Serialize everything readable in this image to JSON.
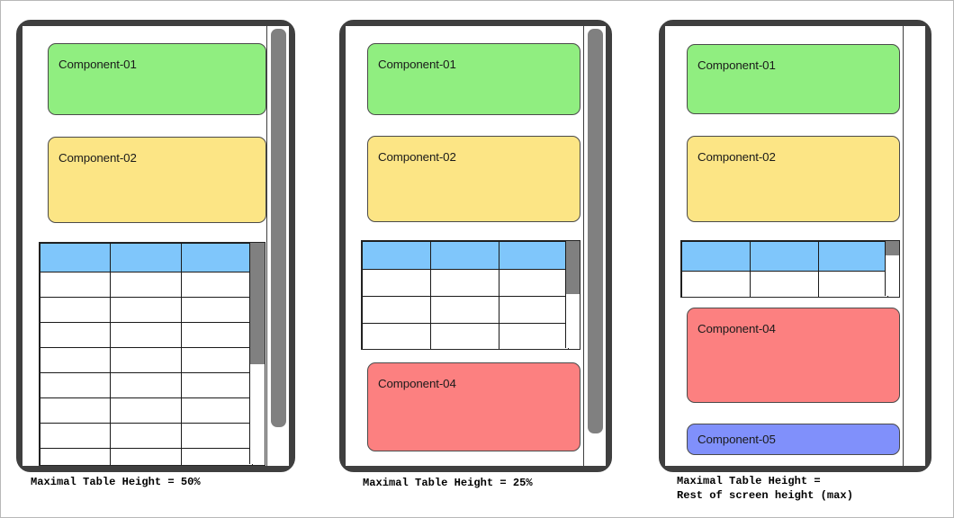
{
  "diagram": {
    "title_visible": false,
    "colors": {
      "frame": "#3f3f3f",
      "green": "#90ee80",
      "yellow": "#fce585",
      "blue_header": "#7fc6fb",
      "red": "#fc8080",
      "purple": "#8090fb",
      "scrollbar_thumb": "#808080",
      "table_border": "#1a1a1a",
      "card_border": "#4a4a4a",
      "page_background": "#ffffff"
    },
    "panels": [
      {
        "id": "panel-1",
        "caption_lines": [
          "Maximal Table Height = 50%"
        ],
        "cards_above": [
          {
            "name": "component-01",
            "label": "Component-01",
            "color": "#90ee80"
          },
          {
            "name": "component-02",
            "label": "Component-02",
            "color": "#fce585"
          }
        ],
        "table": {
          "columns": 3,
          "header_row": true,
          "body_rows": 8,
          "scrollbar": {
            "visible": true,
            "thumb_fraction": 0.55,
            "thumb_position": "top"
          }
        },
        "cards_below": [],
        "page_scrollbar": {
          "visible": true,
          "thumb_fraction": 0.92,
          "thumb_position": "top"
        }
      },
      {
        "id": "panel-2",
        "caption_lines": [
          "Maximal Table Height = 25%"
        ],
        "cards_above": [
          {
            "name": "component-01",
            "label": "Component-01",
            "color": "#90ee80"
          },
          {
            "name": "component-02",
            "label": "Component-02",
            "color": "#fce585"
          }
        ],
        "table": {
          "columns": 3,
          "header_row": true,
          "body_rows": 3,
          "scrollbar": {
            "visible": true,
            "thumb_fraction": 0.5,
            "thumb_position": "top"
          }
        },
        "cards_below": [
          {
            "name": "component-04",
            "label": "Component-04",
            "color": "#fc8080"
          }
        ],
        "page_scrollbar": {
          "visible": true,
          "thumb_fraction": 0.93,
          "thumb_position": "top"
        }
      },
      {
        "id": "panel-3",
        "caption_lines": [
          "Maximal Table Height =",
          "Rest of screen height (max)"
        ],
        "cards_above": [
          {
            "name": "component-01",
            "label": "Component-01",
            "color": "#90ee80"
          },
          {
            "name": "component-02",
            "label": "Component-02",
            "color": "#fce585"
          }
        ],
        "table": {
          "columns": 3,
          "header_row": true,
          "body_rows": 1,
          "scrollbar": {
            "visible": true,
            "thumb_fraction": 0.26,
            "thumb_position": "top"
          }
        },
        "cards_below": [
          {
            "name": "component-04",
            "label": "Component-04",
            "color": "#fc8080"
          },
          {
            "name": "component-05",
            "label": "Component-05",
            "color": "#8090fb"
          }
        ],
        "page_scrollbar": {
          "visible": false,
          "thumb_fraction": 0,
          "thumb_position": "top"
        }
      }
    ]
  }
}
